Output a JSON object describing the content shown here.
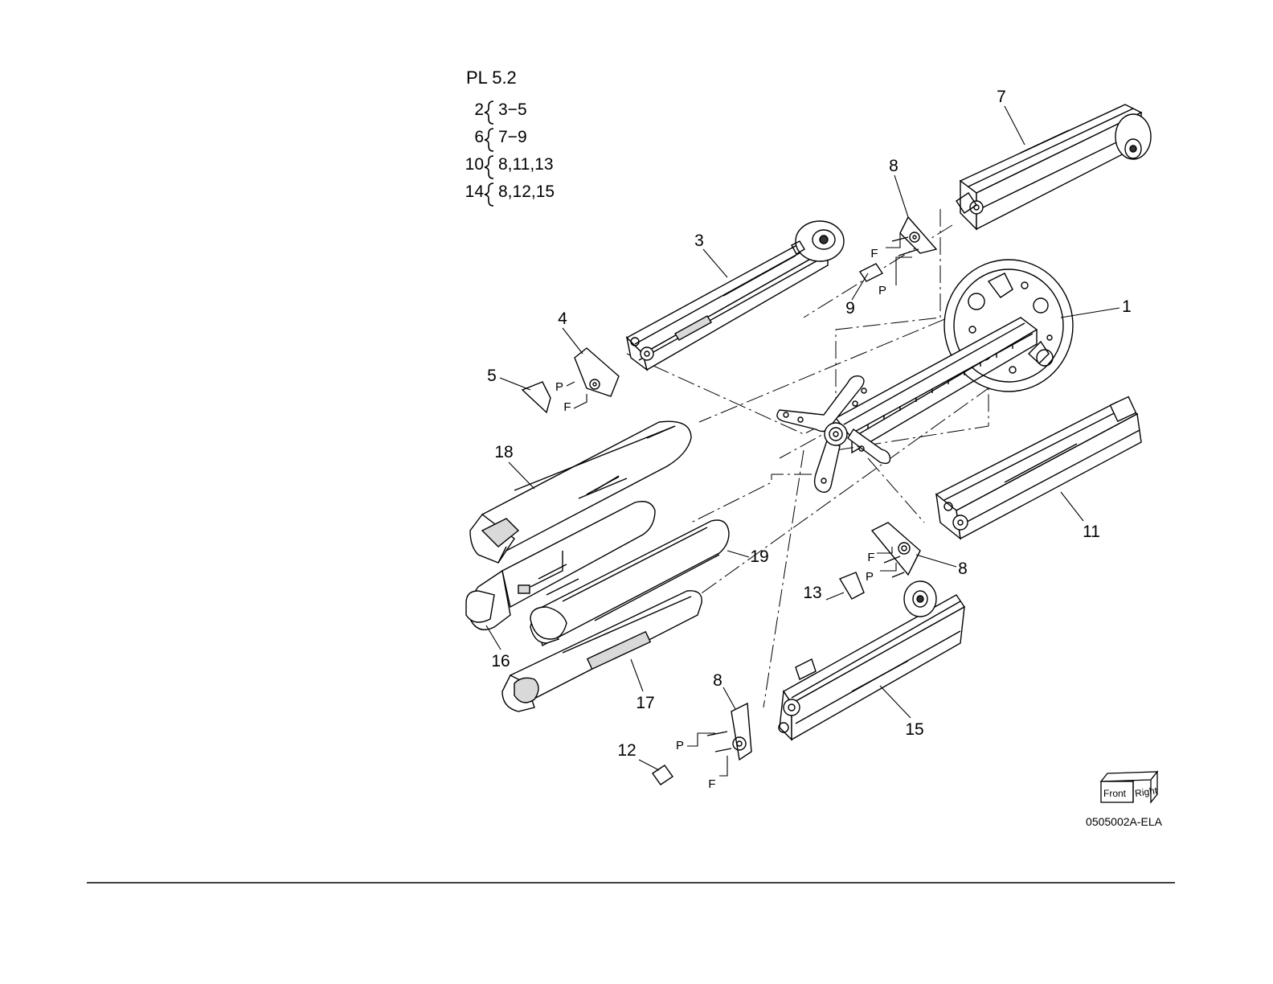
{
  "reference": {
    "title": "PL 5.2",
    "groups": [
      {
        "key": "2",
        "items": "3−5"
      },
      {
        "key": "6",
        "items": "7−9"
      },
      {
        "key": "10",
        "items": "8,11,13"
      },
      {
        "key": "14",
        "items": "8,12,15"
      }
    ]
  },
  "callouts": [
    "1",
    "3",
    "4",
    "5",
    "7",
    "8",
    "9",
    "11",
    "8",
    "13",
    "15",
    "16",
    "17",
    "18",
    "19",
    "8",
    "12"
  ],
  "flags": [
    "F",
    "P",
    "P",
    "F",
    "F",
    "P",
    "P",
    "F"
  ],
  "orientation": {
    "front": "Front",
    "right": "Right"
  },
  "figure_id": "0505002A-ELA"
}
